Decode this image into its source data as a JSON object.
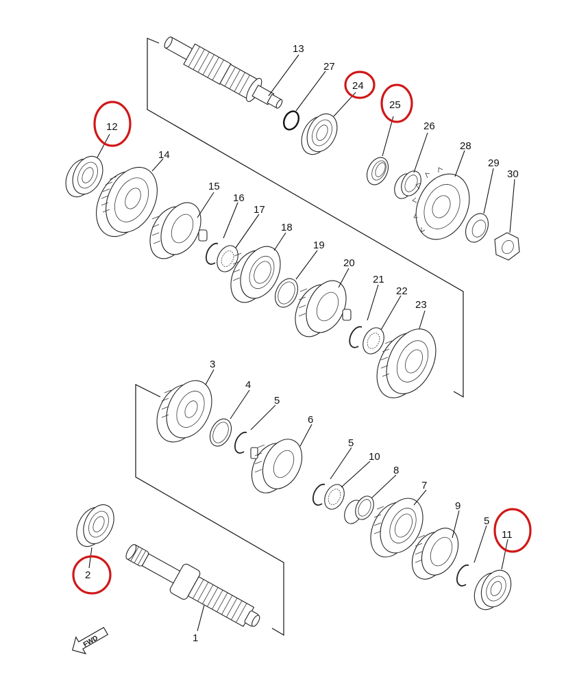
{
  "diagram": {
    "title": "Transmission exploded parts diagram",
    "highlight_color": "#d01818",
    "line_color": "#111111",
    "direction_badge": {
      "label": "FWD",
      "icon": "forward-arrow-icon"
    },
    "highlighted_parts": [
      "2",
      "11",
      "12",
      "24",
      "25"
    ],
    "groups": [
      {
        "name": "main-axle-group",
        "parts": [
          "13",
          "14",
          "15",
          "16",
          "17",
          "18",
          "19",
          "20",
          "21",
          "22",
          "23",
          "24",
          "25",
          "26",
          "27",
          "28",
          "29",
          "30",
          "12"
        ]
      },
      {
        "name": "drive-axle-group",
        "parts": [
          "1",
          "2",
          "3",
          "4",
          "5",
          "6",
          "7",
          "8",
          "9",
          "10",
          "11"
        ]
      }
    ],
    "parts": [
      {
        "number": "1",
        "label": "1",
        "type": "shaft",
        "highlighted": false
      },
      {
        "number": "2",
        "label": "2",
        "type": "bearing",
        "highlighted": true
      },
      {
        "number": "3",
        "label": "3",
        "type": "gear",
        "highlighted": false
      },
      {
        "number": "4",
        "label": "4",
        "type": "washer",
        "highlighted": false
      },
      {
        "number": "5",
        "label": "5",
        "type": "circlip",
        "highlighted": false
      },
      {
        "number": "6",
        "label": "6",
        "type": "gear",
        "highlighted": false
      },
      {
        "number": "7",
        "label": "7",
        "type": "gear",
        "highlighted": false
      },
      {
        "number": "8",
        "label": "8",
        "type": "needle-bearing",
        "highlighted": false
      },
      {
        "number": "9",
        "label": "9",
        "type": "gear",
        "highlighted": false
      },
      {
        "number": "10",
        "label": "10",
        "type": "toothed-washer",
        "highlighted": false
      },
      {
        "number": "11",
        "label": "11",
        "type": "bearing",
        "highlighted": true
      },
      {
        "number": "12",
        "label": "12",
        "type": "bearing",
        "highlighted": true
      },
      {
        "number": "13",
        "label": "13",
        "type": "shaft",
        "highlighted": false
      },
      {
        "number": "14",
        "label": "14",
        "type": "gear",
        "highlighted": false
      },
      {
        "number": "15",
        "label": "15",
        "type": "gear",
        "highlighted": false
      },
      {
        "number": "16",
        "label": "16",
        "type": "circlip",
        "highlighted": false
      },
      {
        "number": "17",
        "label": "17",
        "type": "toothed-washer",
        "highlighted": false
      },
      {
        "number": "18",
        "label": "18",
        "type": "gear",
        "highlighted": false
      },
      {
        "number": "19",
        "label": "19",
        "type": "washer",
        "highlighted": false
      },
      {
        "number": "20",
        "label": "20",
        "type": "gear",
        "highlighted": false
      },
      {
        "number": "21",
        "label": "21",
        "type": "circlip",
        "highlighted": false
      },
      {
        "number": "22",
        "label": "22",
        "type": "toothed-washer",
        "highlighted": false
      },
      {
        "number": "23",
        "label": "23",
        "type": "gear",
        "highlighted": false
      },
      {
        "number": "24",
        "label": "24",
        "type": "bearing",
        "highlighted": true
      },
      {
        "number": "25",
        "label": "25",
        "type": "oil-seal",
        "highlighted": true
      },
      {
        "number": "26",
        "label": "26",
        "type": "collar",
        "highlighted": false
      },
      {
        "number": "27",
        "label": "27",
        "type": "o-ring",
        "highlighted": false
      },
      {
        "number": "28",
        "label": "28",
        "type": "sprocket",
        "highlighted": false
      },
      {
        "number": "29",
        "label": "29",
        "type": "lock-washer",
        "highlighted": false
      },
      {
        "number": "30",
        "label": "30",
        "type": "nut",
        "highlighted": false
      }
    ],
    "labels": {
      "p1": "1",
      "p2": "2",
      "p3": "3",
      "p4": "4",
      "p5a": "5",
      "p5b": "5",
      "p5c": "5",
      "p6": "6",
      "p7": "7",
      "p8": "8",
      "p9": "9",
      "p10": "10",
      "p11": "11",
      "p12": "12",
      "p13": "13",
      "p14": "14",
      "p15": "15",
      "p16": "16",
      "p17": "17",
      "p18": "18",
      "p19": "19",
      "p20": "20",
      "p21": "21",
      "p22": "22",
      "p23": "23",
      "p24": "24",
      "p25": "25",
      "p26": "26",
      "p27": "27",
      "p28": "28",
      "p29": "29",
      "p30": "30",
      "fwd": "FWD"
    }
  }
}
